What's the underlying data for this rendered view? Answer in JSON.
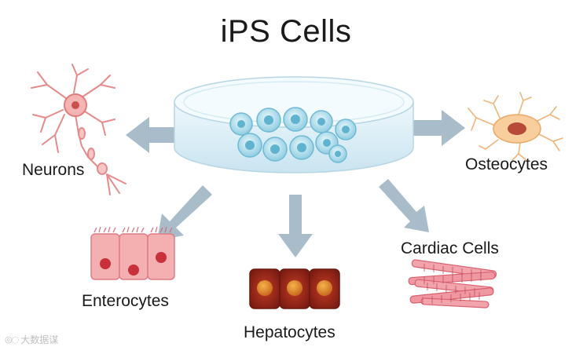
{
  "title": "iPS Cells",
  "cell_types": {
    "neurons": "Neurons",
    "osteocytes": "Osteocytes",
    "enterocytes": "Enterocytes",
    "hepatocytes": "Hepatocytes",
    "cardiac": "Cardiac Cells"
  },
  "watermark": {
    "text": "大数据谋",
    "icon": "camera-logo-icon"
  },
  "colors": {
    "arrow": "#a9bcc9",
    "dish": "#d9edf6",
    "stem_cell": "#7fc7de",
    "neuron": "#e58b8b",
    "enterocyte": "#f4b0b0",
    "hepatocyte": "#9e2a1c",
    "cardiac": "#e98f99",
    "osteocyte": "#f6c58a"
  }
}
